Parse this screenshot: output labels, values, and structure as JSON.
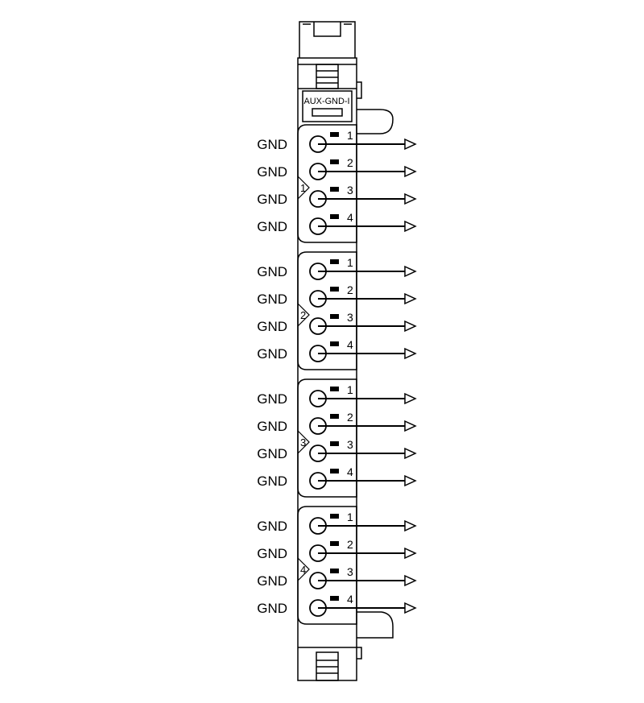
{
  "module": {
    "name": "AUX-GND-I"
  },
  "groups": [
    {
      "number": "1",
      "terminals": [
        {
          "pin": "1",
          "signal": "GND"
        },
        {
          "pin": "2",
          "signal": "GND"
        },
        {
          "pin": "3",
          "signal": "GND"
        },
        {
          "pin": "4",
          "signal": "GND"
        }
      ]
    },
    {
      "number": "2",
      "terminals": [
        {
          "pin": "1",
          "signal": "GND"
        },
        {
          "pin": "2",
          "signal": "GND"
        },
        {
          "pin": "3",
          "signal": "GND"
        },
        {
          "pin": "4",
          "signal": "GND"
        }
      ]
    },
    {
      "number": "3",
      "terminals": [
        {
          "pin": "1",
          "signal": "GND"
        },
        {
          "pin": "2",
          "signal": "GND"
        },
        {
          "pin": "3",
          "signal": "GND"
        },
        {
          "pin": "4",
          "signal": "GND"
        }
      ]
    },
    {
      "number": "4",
      "terminals": [
        {
          "pin": "1",
          "signal": "GND"
        },
        {
          "pin": "2",
          "signal": "GND"
        },
        {
          "pin": "3",
          "signal": "GND"
        },
        {
          "pin": "4",
          "signal": "GND"
        }
      ]
    }
  ]
}
